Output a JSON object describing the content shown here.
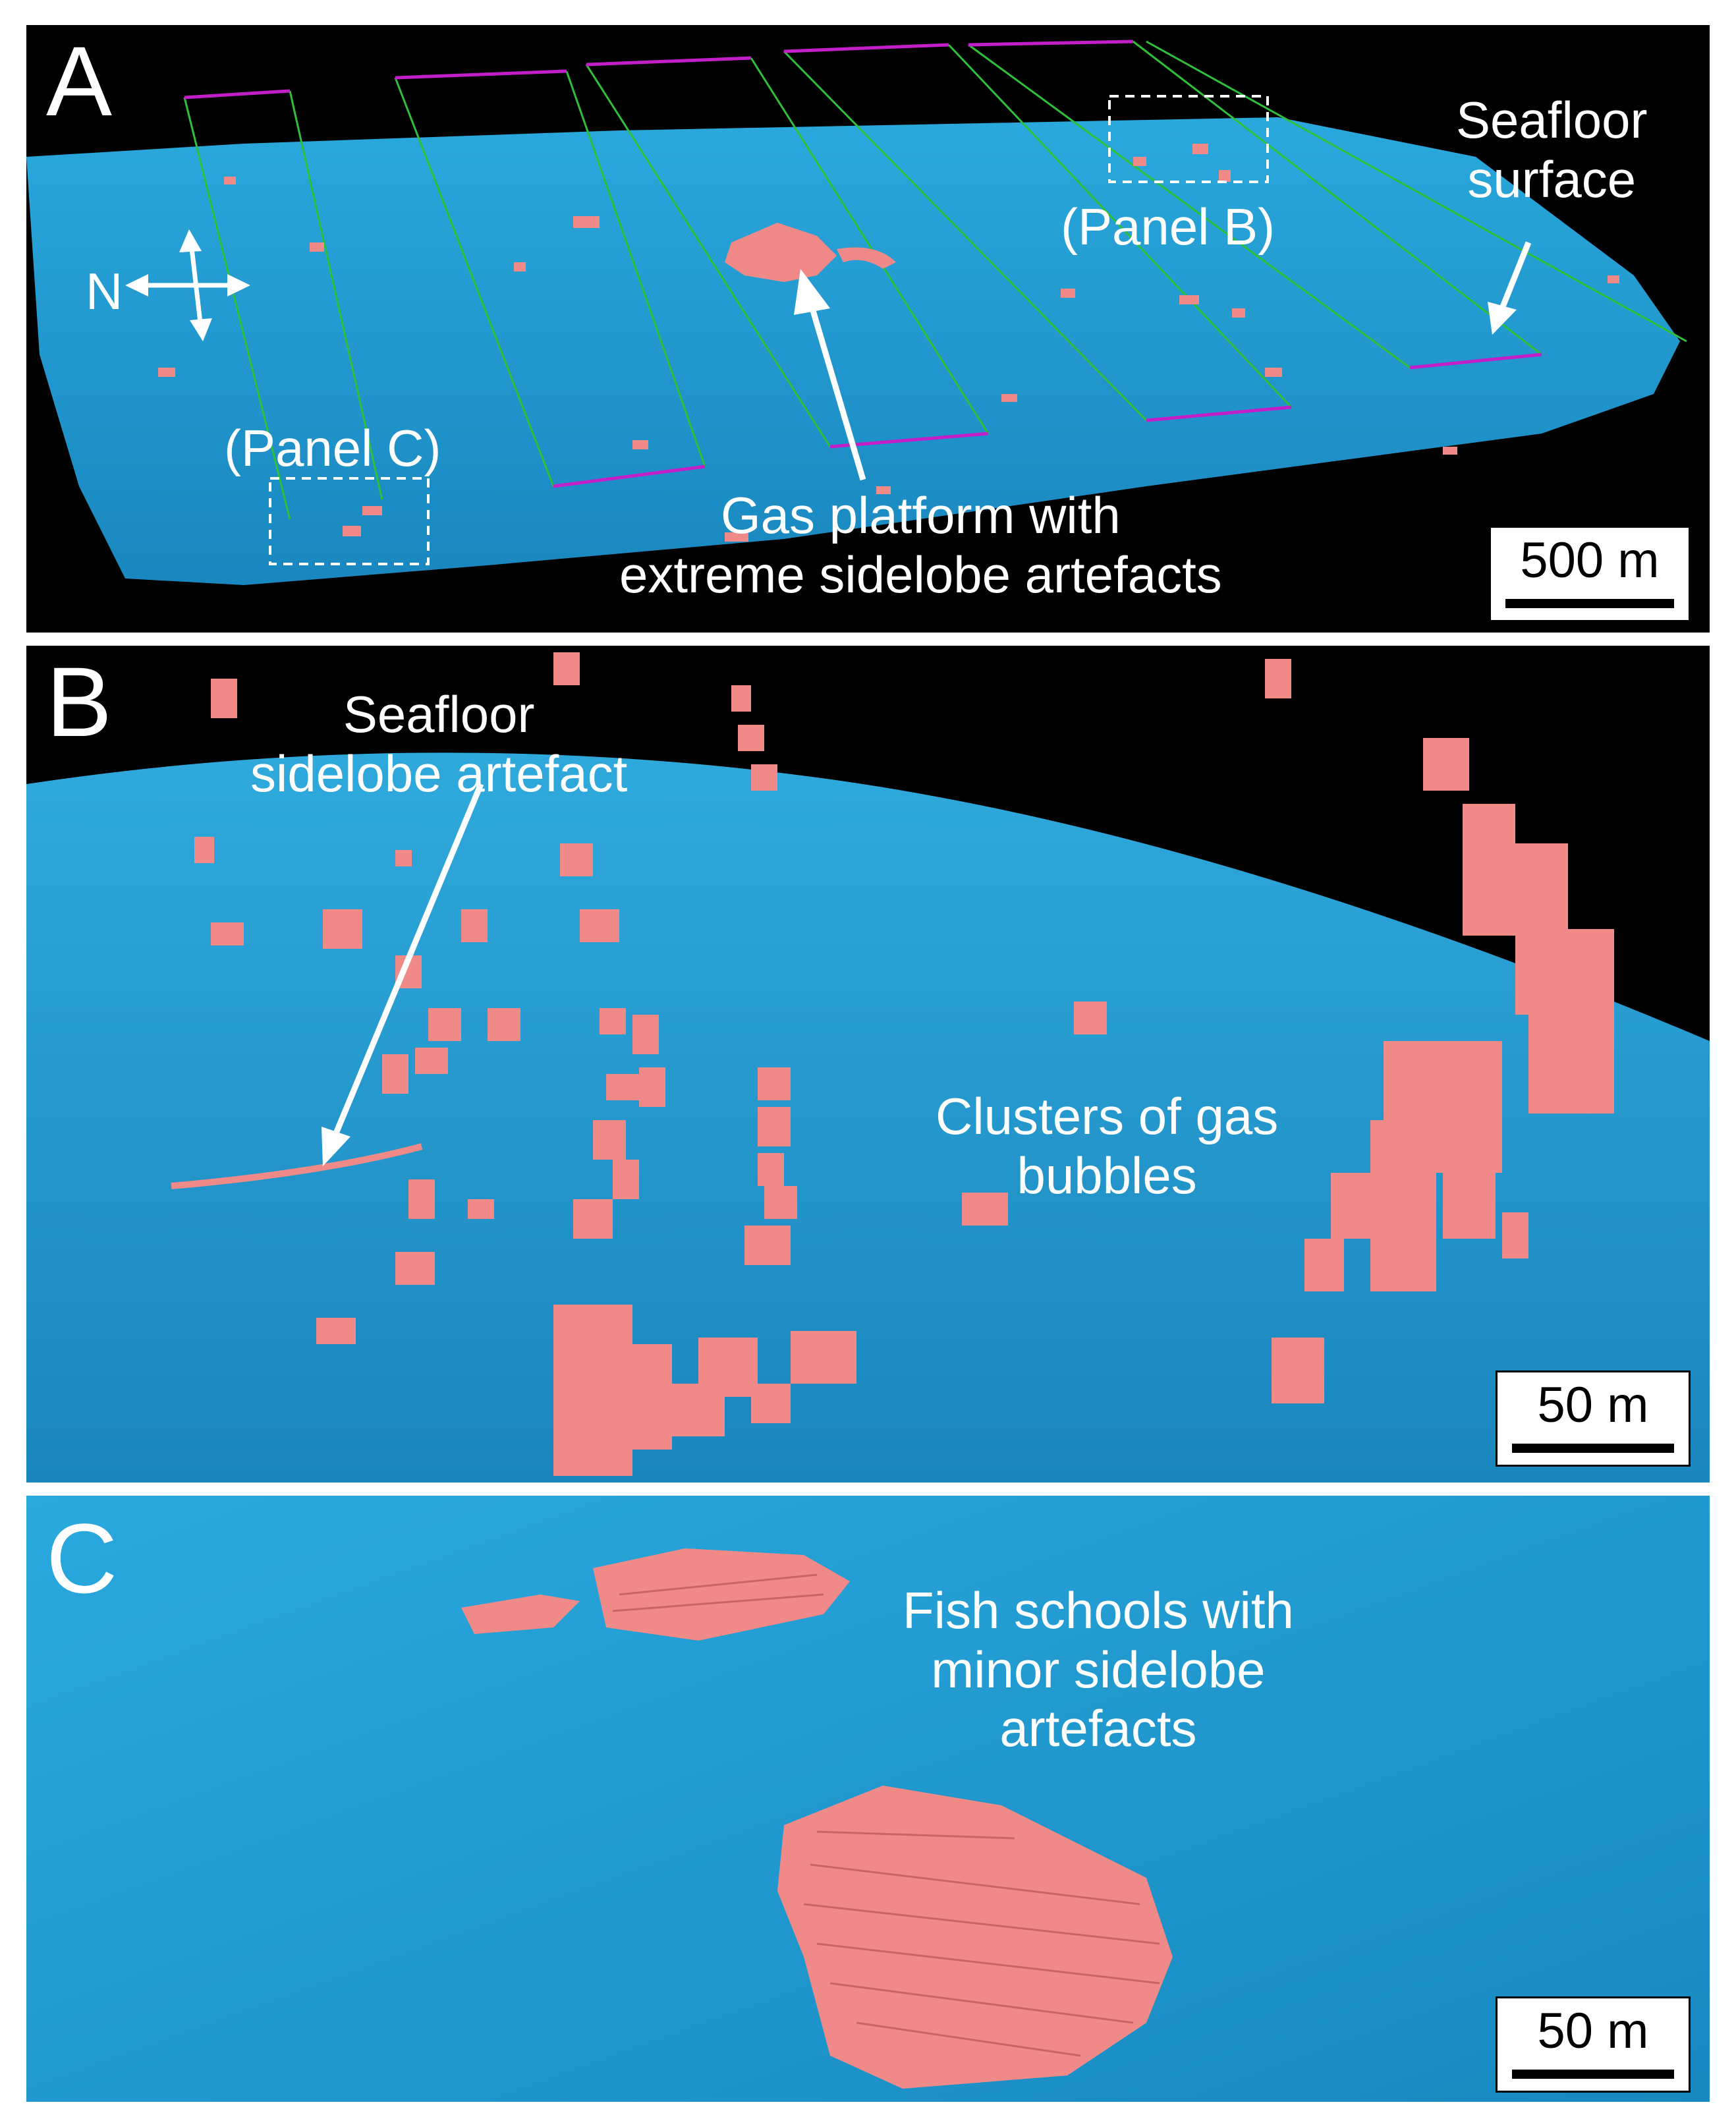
{
  "panels": {
    "a": {
      "letter": "A",
      "labels": {
        "seafloor_line1": "Seafloor",
        "seafloor_line2": "surface",
        "panel_b_ref": "(Panel B)",
        "panel_c_ref": "(Panel C)",
        "gas_line1": "Gas platform with",
        "gas_line2": "extreme sidelobe artefacts",
        "north": "N"
      },
      "scale_bar": "500 m"
    },
    "b": {
      "letter": "B",
      "labels": {
        "sidelobe_line1": "Seafloor",
        "sidelobe_line2": "sidelobe artefact",
        "clusters_line1": "Clusters of gas",
        "clusters_line2": "bubbles"
      },
      "scale_bar": "50 m"
    },
    "c": {
      "letter": "C",
      "labels": {
        "fish_line1": "Fish schools with",
        "fish_line2": "minor sidelobe",
        "fish_line3": "artefacts"
      },
      "scale_bar": "50 m"
    }
  },
  "colors": {
    "background": "#000000",
    "seafloor": "#1e9fd6",
    "seafloor_dark": "#127fb3",
    "targets": "#f08a88",
    "track_lines": "#2fbf3a",
    "track_ends": "#c21fc9",
    "annotation": "#ffffff"
  }
}
